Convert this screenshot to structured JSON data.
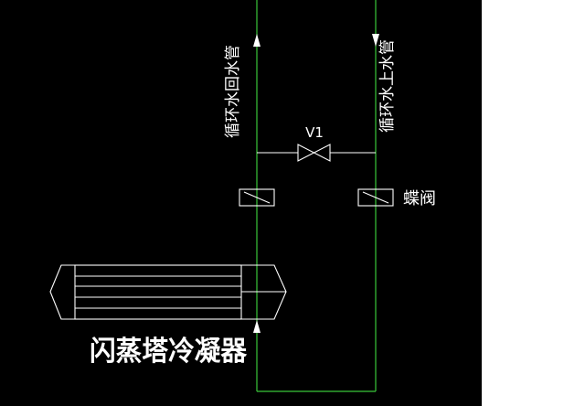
{
  "colors": {
    "canvas": "#000000",
    "margin": "#ffffff",
    "pipe": "#39c639",
    "symbol": "#ffffff"
  },
  "labels": {
    "return_pipe": "循环水回水管",
    "supply_pipe": "循环水上水管",
    "bypass_valve": "V1",
    "butterfly_valve": "蝶阀",
    "condenser": "闪蒸塔冷凝器"
  },
  "icons": {
    "flow_up": "arrow-up-icon",
    "flow_down": "arrow-down-icon",
    "gate_valve": "valve-icon",
    "butterfly_valve": "butterfly-valve-icon",
    "heat_exchanger": "heat-exchanger-icon"
  }
}
